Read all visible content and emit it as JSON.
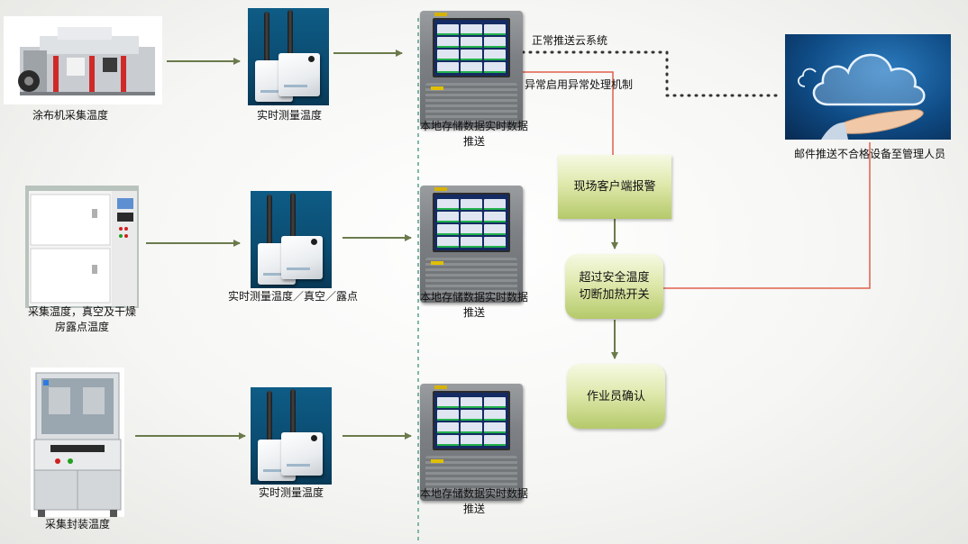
{
  "rows": [
    {
      "source_label": "涂布机采集温度",
      "sensor_label": "实时测量温度",
      "recorder_label": "本地存储数据实时数据推送"
    },
    {
      "source_label": "采集温度，真空及干燥房露点温度",
      "sensor_label": "实时测量温度／真空／露点",
      "recorder_label": "本地存储数据实时数据推送"
    },
    {
      "source_label": "采集封装温度",
      "sensor_label": "实时测量温度",
      "recorder_label": "本地存储数据实时数据推送"
    }
  ],
  "flow": {
    "normal_push": "正常推送云系统",
    "exception": "异常启用异常处理机制",
    "alarm": "现场客户端报警",
    "cutoff": "超过安全温度切断加热开关",
    "confirm": "作业员确认"
  },
  "cloud": {
    "label": "邮件推送不合格设备至管理人员"
  },
  "colors": {
    "arrow": "#6b7a4b",
    "alert_line": "#e0604c",
    "dash_line": "#7fb7a6",
    "dots": "#333333",
    "box_gradient_top": "#f6f9e3",
    "box_gradient_bottom": "#b5c96a"
  }
}
